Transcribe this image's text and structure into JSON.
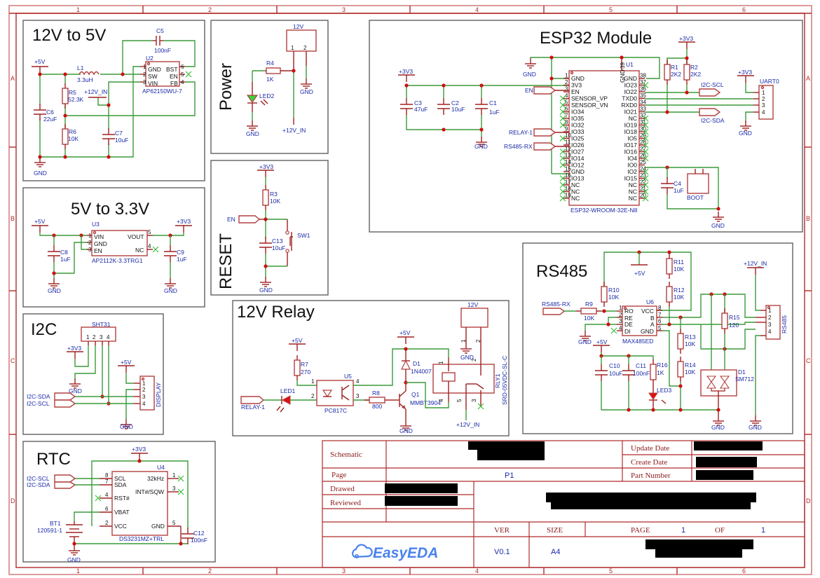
{
  "sheet": {
    "zones_top": [
      "1",
      "2",
      "3",
      "4",
      "5",
      "6"
    ],
    "zones_side": [
      "A",
      "B",
      "C",
      "D"
    ]
  },
  "sections": {
    "buck": {
      "title": "12V to 5V",
      "u2_ref": "U2",
      "u2_part": "AP62150WU-7",
      "u2_pins_left": [
        {
          "num": "1",
          "name": "GND"
        },
        {
          "num": "2",
          "name": "SW"
        },
        {
          "num": "3",
          "name": "VIN"
        }
      ],
      "u2_pins_right": [
        {
          "num": "6",
          "name": "BST"
        },
        {
          "num": "5",
          "name": "EN"
        },
        {
          "num": "4",
          "name": "FB"
        }
      ],
      "c5_ref": "C5",
      "c5_val": "100nF",
      "l1_ref": "L1",
      "l1_val": "3.3uH",
      "r5_ref": "R5",
      "r5_val": "52.3K",
      "r6_ref": "R6",
      "r6_val": "10K",
      "c6_ref": "C6",
      "c6_val": "22uF",
      "c7_ref": "C7",
      "c7_val": "10uF",
      "net_5v": "+5V",
      "net_12v_in": "+12V_IN",
      "net_gnd": "GND"
    },
    "power": {
      "title": "Power",
      "conn_ref": "12V",
      "pin1": "1",
      "pin2": "2",
      "r4_ref": "R4",
      "r4_val": "1K",
      "led2_ref": "LED2",
      "net_gnd": "GND",
      "net_12v_in": "+12V_IN"
    },
    "esp32": {
      "title": "ESP32 Module",
      "u1_ref": "U1",
      "u1_part": "ESP32-WROOM-32E-N8",
      "top_pin_num": "39",
      "top_pin_name": "GND",
      "pins_left": [
        {
          "num": "1",
          "name": "GND"
        },
        {
          "num": "2",
          "name": "3V3"
        },
        {
          "num": "3",
          "name": "EN"
        },
        {
          "num": "4",
          "name": "SENSOR_VP"
        },
        {
          "num": "5",
          "name": "SENSOR_VN"
        },
        {
          "num": "6",
          "name": "IO34"
        },
        {
          "num": "7",
          "name": "IO35"
        },
        {
          "num": "8",
          "name": "IO32"
        },
        {
          "num": "9",
          "name": "IO33"
        },
        {
          "num": "10",
          "name": "IO25"
        },
        {
          "num": "11",
          "name": "IO26"
        },
        {
          "num": "12",
          "name": "IO27"
        },
        {
          "num": "13",
          "name": "IO14"
        },
        {
          "num": "14",
          "name": "IO12"
        },
        {
          "num": "15",
          "name": "GND"
        },
        {
          "num": "16",
          "name": "IO13"
        },
        {
          "num": "17",
          "name": "NC"
        },
        {
          "num": "18",
          "name": "NC"
        },
        {
          "num": "19",
          "name": "NC"
        }
      ],
      "pins_right": [
        {
          "num": "38",
          "name": "GND"
        },
        {
          "num": "37",
          "name": "IO23"
        },
        {
          "num": "36",
          "name": "IO22"
        },
        {
          "num": "35",
          "name": "TXD0"
        },
        {
          "num": "34",
          "name": "RXD0"
        },
        {
          "num": "33",
          "name": "IO21"
        },
        {
          "num": "32",
          "name": "NC"
        },
        {
          "num": "31",
          "name": "IO19"
        },
        {
          "num": "30",
          "name": "IO18"
        },
        {
          "num": "29",
          "name": "IO5"
        },
        {
          "num": "28",
          "name": "IO17"
        },
        {
          "num": "27",
          "name": "IO16"
        },
        {
          "num": "26",
          "name": "IO4"
        },
        {
          "num": "25",
          "name": "IO0"
        },
        {
          "num": "24",
          "name": "IO2"
        },
        {
          "num": "23",
          "name": "IO15"
        },
        {
          "num": "22",
          "name": "NC"
        },
        {
          "num": "21",
          "name": "NC"
        },
        {
          "num": "20",
          "name": "NC"
        }
      ],
      "c3_ref": "C3",
      "c3_val": "47uF",
      "c2_ref": "C2",
      "c2_val": "10uF",
      "c1_ref": "C1",
      "c1_val": "1uF",
      "r1_ref": "R1",
      "r1_val": "2K2",
      "r2_ref": "R2",
      "r2_val": "2K2",
      "c4_ref": "C4",
      "c4_val": "1uF",
      "boot_ref": "BOOT",
      "uart_ref": "UART0",
      "uart_pins": [
        "1",
        "2",
        "3",
        "4"
      ],
      "net_3v3": "+3V3",
      "net_gnd": "GND",
      "port_en": "EN",
      "port_relay": "RELAY-1",
      "port_rs485rx": "RS485-RX",
      "port_scl": "I2C-SCL",
      "port_sda": "I2C-SDA"
    },
    "ldo": {
      "title": "5V to 3.3V",
      "u3_ref": "U3",
      "u3_part": "AP2112K-3.3TRG1",
      "pins_left": [
        {
          "num": "1",
          "name": "VIN"
        },
        {
          "num": "2",
          "name": "GND"
        },
        {
          "num": "3",
          "name": "EN"
        }
      ],
      "pins_right": [
        {
          "num": "5",
          "name": "VOUT"
        },
        {
          "num": "4",
          "name": "NC"
        }
      ],
      "c8_ref": "C8",
      "c8_val": "1uF",
      "c9_ref": "C9",
      "c9_val": "1uF",
      "net_5v": "+5V",
      "net_3v3": "+3V3",
      "net_gnd": "GND"
    },
    "reset": {
      "title": "RESET",
      "r3_ref": "R3",
      "r3_val": "10K",
      "c13_ref": "C13",
      "c13_val": "10uF",
      "sw1_ref": "SW1",
      "net_3v3": "+3V3",
      "net_gnd": "GND",
      "port_en": "EN"
    },
    "relay": {
      "title": "12V Relay",
      "r7_ref": "R7",
      "r7_val": "270",
      "led1_ref": "LED1",
      "u5_ref": "U5",
      "u5_part": "PC817C",
      "u5_pins": [
        "1",
        "2",
        "3",
        "4"
      ],
      "r8_ref": "R8",
      "r8_val": "800",
      "d1_ref": "D1",
      "d1_part": "1N4007",
      "q1_ref": "Q1",
      "q1_part": "MMBT3904",
      "rly_ref": "RLY1",
      "rly_part": "SRD-05VDC-SL-C",
      "rly_pins": [
        "1",
        "2",
        "3",
        "4",
        "5"
      ],
      "conn_ref": "12V",
      "conn_pins": [
        "1",
        "2"
      ],
      "net_5v": "+5V",
      "net_gnd": "GND",
      "net_12v_in": "+12V_IN",
      "port_relay": "RELAY-1"
    },
    "rs485": {
      "title": "RS485",
      "u6_ref": "U6",
      "u6_part": "MAX485ED",
      "pins_left": [
        {
          "num": "1",
          "name": "RO"
        },
        {
          "num": "2",
          "name": "RE"
        },
        {
          "num": "3",
          "name": "DE"
        },
        {
          "num": "4",
          "name": "DI"
        }
      ],
      "pins_right": [
        {
          "num": "8",
          "name": "VCC"
        },
        {
          "num": "7",
          "name": "B"
        },
        {
          "num": "6",
          "name": "A"
        },
        {
          "num": "5",
          "name": "GND"
        }
      ],
      "r9_ref": "R9",
      "r9_val": "10K",
      "r10_ref": "R10",
      "r10_val": "10K",
      "r11_ref": "R11",
      "r11_val": "10K",
      "r12_ref": "R12",
      "r12_val": "10K",
      "r13_ref": "R13",
      "r13_val": "10K",
      "r14_ref": "R14",
      "r14_val": "10K",
      "r15_ref": "R15",
      "r15_val": "120",
      "r16_ref": "R16",
      "r16_val": "1K",
      "c10_ref": "C10",
      "c10_val": "10uF",
      "c11_ref": "C11",
      "c11_val": "100nF",
      "led3_ref": "LED3",
      "d1_ref": "D1",
      "d1_part": "SM712",
      "conn_ref": "RS485",
      "conn_pins": [
        "1",
        "2",
        "3",
        "4"
      ],
      "net_5v": "+5V",
      "net_gnd": "GND",
      "net_12v_in": "+12V_IN",
      "port_rs485rx": "RS485-RX"
    },
    "i2c": {
      "title": "I2C",
      "sht_ref": "SHT31",
      "sht_pins": [
        "1",
        "2",
        "3",
        "4"
      ],
      "disp_ref": "DISPLAY",
      "disp_pins": [
        "1",
        "2",
        "3",
        "4"
      ],
      "net_3v3": "+3V3",
      "net_5v": "+5V",
      "net_gnd": "GND",
      "port_sda": "I2C-SDA",
      "port_scl": "I2C-SCL"
    },
    "rtc": {
      "title": "RTC",
      "u4_ref": "U4",
      "u4_part": "DS3231MZ+TRL",
      "pins_left": [
        {
          "num": "8",
          "name": "SCL"
        },
        {
          "num": "7",
          "name": "SDA"
        },
        {
          "num": "4",
          "name": "RST#"
        },
        {
          "num": "6",
          "name": "VBAT"
        },
        {
          "num": "2",
          "name": "VCC"
        }
      ],
      "pins_right": [
        {
          "num": "1",
          "name": "32kHz"
        },
        {
          "num": "3",
          "name": "INT#/SQW"
        },
        {
          "num": "5",
          "name": "GND"
        }
      ],
      "bt1_ref": "BT1",
      "bt1_part": "120591-1",
      "c12_ref": "C12",
      "c12_val": "100nF",
      "net_3v3": "+3V3",
      "net_gnd": "GND",
      "port_scl": "I2C-SCL",
      "port_sda": "I2C-SDA"
    }
  },
  "title_block": {
    "schematic_label": "Schematic",
    "page_label": "Page",
    "page_value": "P1",
    "drawed_label": "Drawed",
    "reviewed_label": "Reviewed",
    "update_date_label": "Update Date",
    "create_date_label": "Create Date",
    "part_number_label": "Part Number",
    "ver_label": "VER",
    "ver_value": "V0.1",
    "size_label": "SIZE",
    "size_value": "A4",
    "page_of_label": "PAGE",
    "page_num": "1",
    "of_label": "OF",
    "page_total": "1",
    "logo_text": "EasyEDA"
  }
}
